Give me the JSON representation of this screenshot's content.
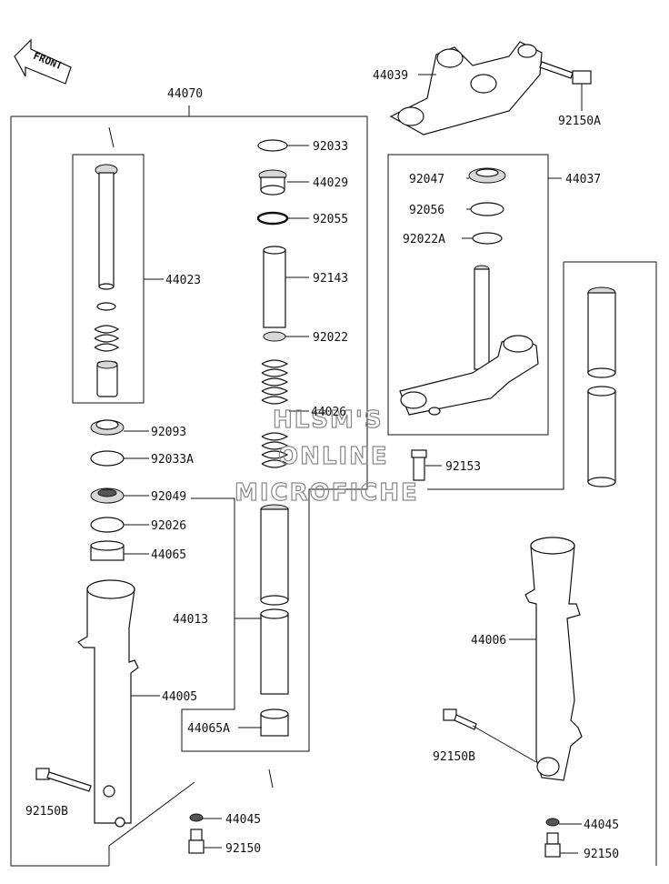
{
  "front_label": "FRONT",
  "watermark": [
    "HLSM'S",
    "ONLINE",
    "MICROFICHE"
  ],
  "parts": {
    "p44070": "44070",
    "p44039": "44039",
    "p92150A": "92150A",
    "p92033": "92033",
    "p44029": "44029",
    "p92055": "92055",
    "p92143": "92143",
    "p92022": "92022",
    "p44026": "44026",
    "p44023": "44023",
    "p92047": "92047",
    "p44037": "44037",
    "p92056": "92056",
    "p92022A": "92022A",
    "p92093": "92093",
    "p92033A": "92033A",
    "p92049": "92049",
    "p92026": "92026",
    "p44065": "44065",
    "p92153": "92153",
    "p44013": "44013",
    "p44065A": "44065A",
    "p44005": "44005",
    "p44006": "44006",
    "p92150B_left": "92150B",
    "p92150B_right": "92150B",
    "p44045_left": "44045",
    "p44045_right": "44045",
    "p92150_left": "92150",
    "p92150_right": "92150"
  }
}
